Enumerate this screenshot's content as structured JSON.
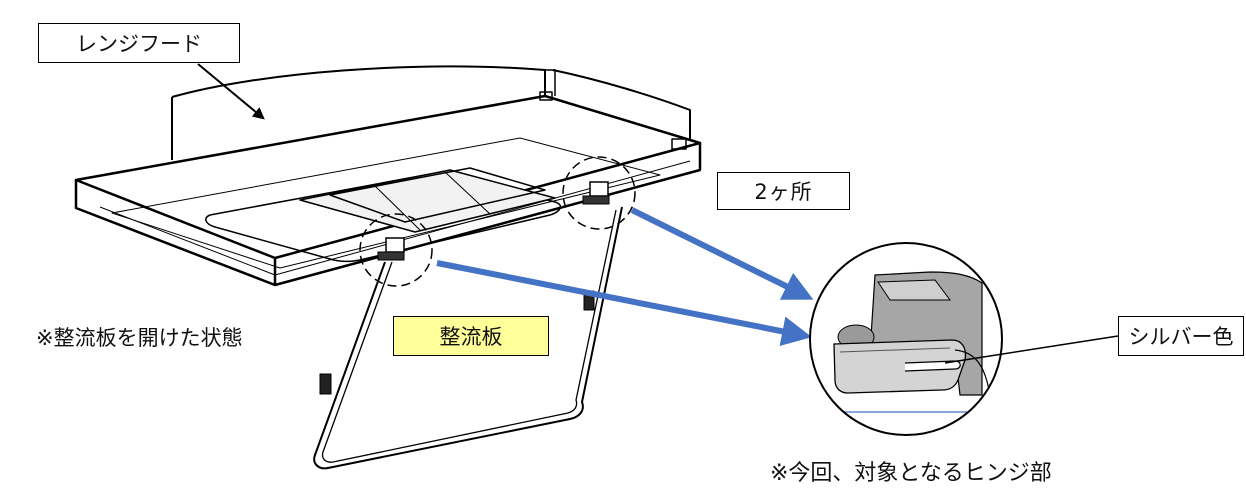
{
  "labels": {
    "range_hood": "レンジフード",
    "hinge_count": "2ヶ所",
    "silver_color": "シルバー色",
    "baffle_plate": "整流板",
    "open_state_note": "※整流板を開けた状態",
    "hinge_target_note": "※今回、対象となるヒンジ部"
  },
  "colors": {
    "arrow_blue": "#4472c4",
    "highlight_yellow": "#ffff99",
    "line_black": "#000000",
    "hinge_gray": "#a6a6a6"
  }
}
